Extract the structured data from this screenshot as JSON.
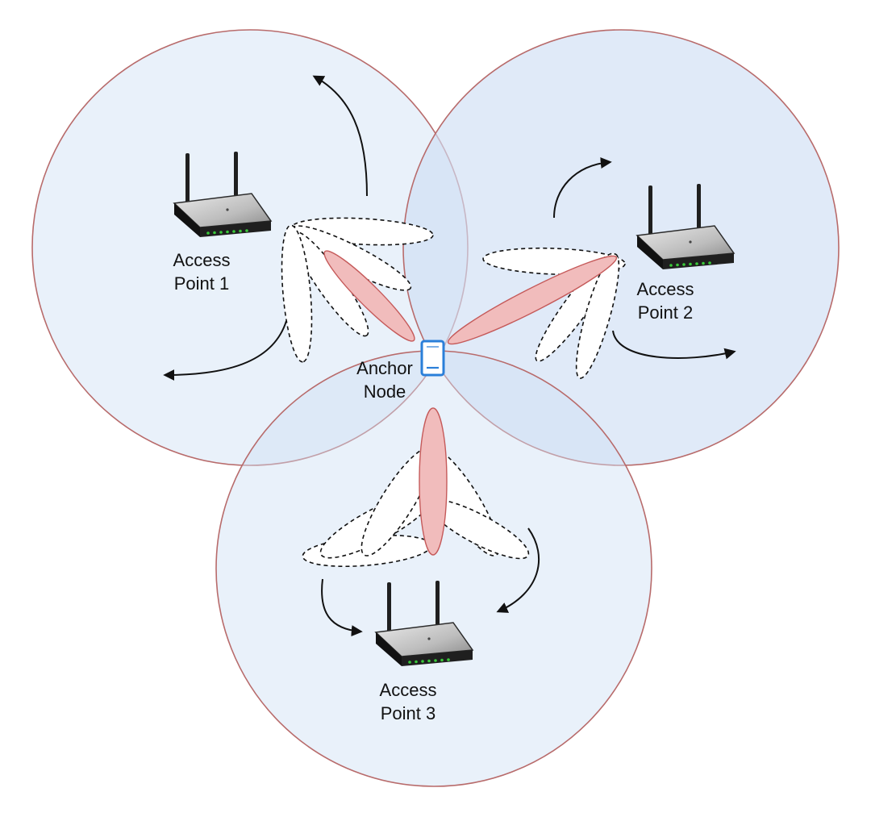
{
  "access_points": [
    {
      "id": "ap1",
      "label_line1": "Access",
      "label_line2": "Point 1"
    },
    {
      "id": "ap2",
      "label_line1": "Access",
      "label_line2": "Point 2"
    },
    {
      "id": "ap3",
      "label_line1": "Access",
      "label_line2": "Point 3"
    }
  ],
  "anchor": {
    "label_line1": "Anchor",
    "label_line2": "Node"
  },
  "colors": {
    "coverage_fill": "#cfdff5",
    "coverage_stroke": "#b86b6b",
    "active_beam": "#f1bcbc",
    "active_beam_stroke": "#c55a5a",
    "idle_beam": "#ffffff",
    "device_icon": "#2a7fd9",
    "router_body": "#1f1f1f",
    "router_led": "#39c83a"
  },
  "icons": {
    "router": "wireless-router-icon",
    "device": "mobile-device-icon",
    "sweep": "curved-arrow-icon"
  }
}
